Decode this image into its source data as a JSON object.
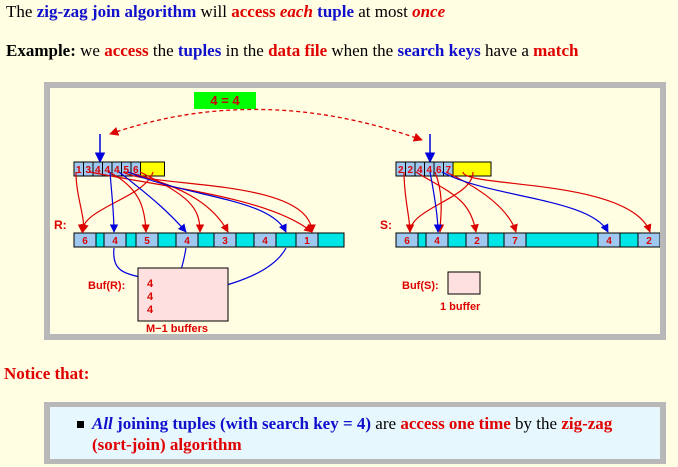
{
  "line1": {
    "t1": "The ",
    "t2": "zig-zag join algorithm",
    "t3": " will ",
    "t4": "access",
    "t5": " ",
    "t6": "each",
    "t7": " ",
    "t8": "tuple",
    "t9": " at most ",
    "t10": "once"
  },
  "line2": {
    "t1": "Example:",
    "t2": " we ",
    "t3": "access",
    "t4": " the ",
    "t5": "tuples",
    "t6": " in the ",
    "t7": "data file",
    "t8": " when the ",
    "t9": "search keys",
    "t10": " have a ",
    "t11": "match"
  },
  "figure": {
    "match_label": "4 = 4",
    "r_label": "R:",
    "s_label": "S:",
    "r_index": [
      "1",
      "3",
      "4",
      "4",
      "4",
      "5",
      "6"
    ],
    "s_index": [
      "2",
      "2",
      "4",
      "4",
      "6",
      "7"
    ],
    "r_data": [
      "6",
      "4",
      "5",
      "4",
      "3",
      "4",
      "1"
    ],
    "s_data": [
      "6",
      "4",
      "2",
      "7",
      "4",
      "2"
    ],
    "buf_r_label": "Buf(R):",
    "buf_r_values": [
      "4",
      "4",
      "4"
    ],
    "buf_r_caption": "M−1 buffers",
    "buf_s_label": "Buf(S):",
    "buf_s_caption": "1 buffer",
    "colors": {
      "index_cell": "#9fc8f0",
      "index_free": "#ffff00",
      "data_row": "#00e6e6",
      "data_cell": "#9fc8f0",
      "buffer": "#ffe0e0",
      "match_badge": "#00ff00",
      "red_arrow": "#dd0000",
      "blue_arrow": "#0000dd"
    }
  },
  "notice": "Notice that:",
  "note": {
    "t1": "All",
    "t2": " joining tuples (with search key = 4)",
    "t3": " are ",
    "t4": "access one time",
    "t5": " by the ",
    "t6": "zig-zag (sort-join) algorithm"
  }
}
